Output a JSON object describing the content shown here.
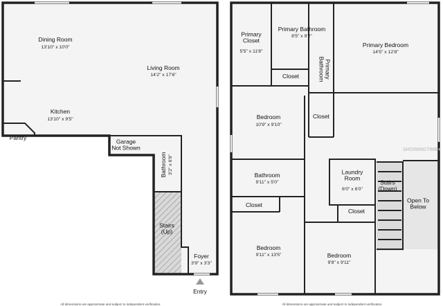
{
  "floor_plan": {
    "rooms": [
      {
        "id": "dining",
        "name": "Dining Room",
        "dims": "13'10\" x 10'0\""
      },
      {
        "id": "living",
        "name": "Living Room",
        "dims": "14'2\" x 17'6\""
      },
      {
        "id": "kitchen",
        "name": "Kitchen",
        "dims": "13'10\" x 9'5\""
      },
      {
        "id": "pantry",
        "name": "Pantry",
        "dims": ""
      },
      {
        "id": "garage",
        "name": "Garage\nNot Shown",
        "dims": ""
      },
      {
        "id": "bath-down",
        "name": "Bathroom",
        "dims": "3'2\" x 6'9\""
      },
      {
        "id": "stairs-up",
        "name": "Stairs\n(Up)",
        "dims": ""
      },
      {
        "id": "foyer",
        "name": "Foyer",
        "dims": "3'9\" x 3'3\""
      },
      {
        "id": "entry",
        "name": "Entry",
        "dims": ""
      },
      {
        "id": "primary-closet",
        "name": "Primary\nCloset",
        "dims": "5'5\" x 11'8\""
      },
      {
        "id": "primary-bathroom",
        "name": "Primary Bathroom",
        "dims": "8'5\" x 9'2\""
      },
      {
        "id": "primary-bedroom",
        "name": "Primary Bedroom",
        "dims": "14'5\" x 12'8\""
      },
      {
        "id": "closet-a",
        "name": "Closet",
        "dims": ""
      },
      {
        "id": "primary-bathroom-v",
        "name": "Primary\nBathroom",
        "dims": ""
      },
      {
        "id": "bedroom-1",
        "name": "Bedroom",
        "dims": "10'9\" x 9'10\""
      },
      {
        "id": "closet-b",
        "name": "Closet",
        "dims": ""
      },
      {
        "id": "bathroom-up",
        "name": "Bathroom",
        "dims": "9'11\" x 5'0\""
      },
      {
        "id": "laundry",
        "name": "Laundry\nRoom",
        "dims": "6'0\" x 6'0\""
      },
      {
        "id": "stairs-down",
        "name": "Stairs\n(Down)",
        "dims": ""
      },
      {
        "id": "open-to-below",
        "name": "Open To\nBelow",
        "dims": ""
      },
      {
        "id": "closet-c",
        "name": "Closet",
        "dims": ""
      },
      {
        "id": "closet-d",
        "name": "Closet",
        "dims": ""
      },
      {
        "id": "bedroom-2",
        "name": "Bedroom",
        "dims": "9'11\" x 13'5\""
      },
      {
        "id": "bedroom-3",
        "name": "Bedroom",
        "dims": "9'8\" x 9'11\""
      }
    ],
    "disclaimer": "All dimensions are approximate and subject to independent verification.",
    "watermark": "SHOWINGTIME+",
    "colors": {
      "wall": "#222222",
      "fill": "#f4f4f4",
      "stairs_hatch": "#d9d9d9",
      "open_area": "#e6e6e6"
    }
  }
}
